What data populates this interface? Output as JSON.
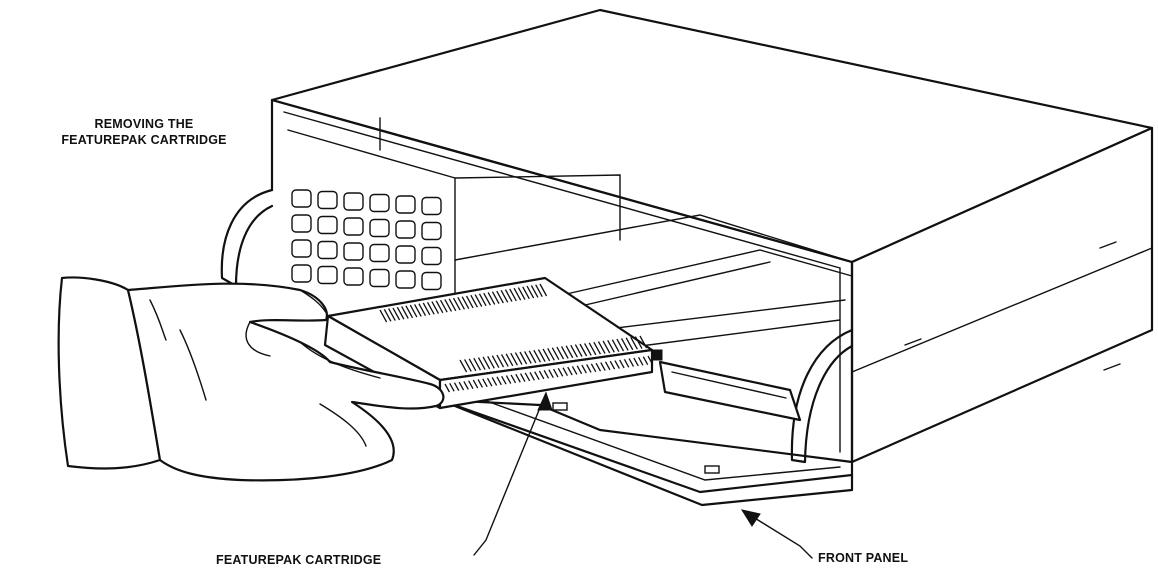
{
  "title": {
    "line1": "REMOVING THE",
    "line2": "FEATUREPAK CARTRIDGE"
  },
  "callouts": {
    "cartridge": "FEATUREPAK CARTRIDGE",
    "front_panel": "FRONT PANEL"
  },
  "colors": {
    "ink": "#111111",
    "paper": "#ffffff"
  }
}
